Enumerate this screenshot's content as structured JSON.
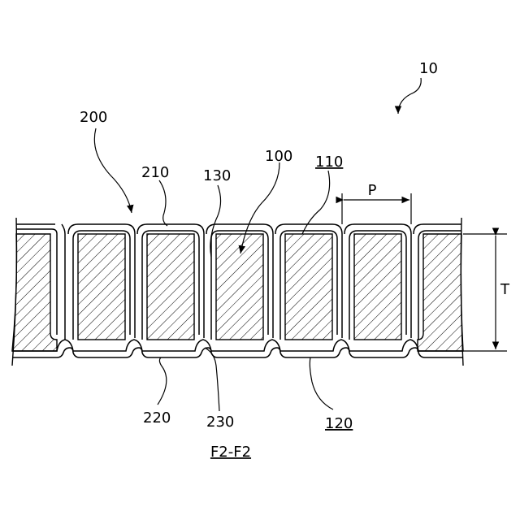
{
  "figure": {
    "caption": "F2-F2",
    "labels": {
      "device": "10",
      "second_member": "200",
      "second_outer": "210",
      "second_inner": "220",
      "joint": "230",
      "first_member": "100",
      "first_outer": "110",
      "first_side": "130",
      "first_inner": "120",
      "pitch": "P",
      "thickness": "T"
    }
  }
}
